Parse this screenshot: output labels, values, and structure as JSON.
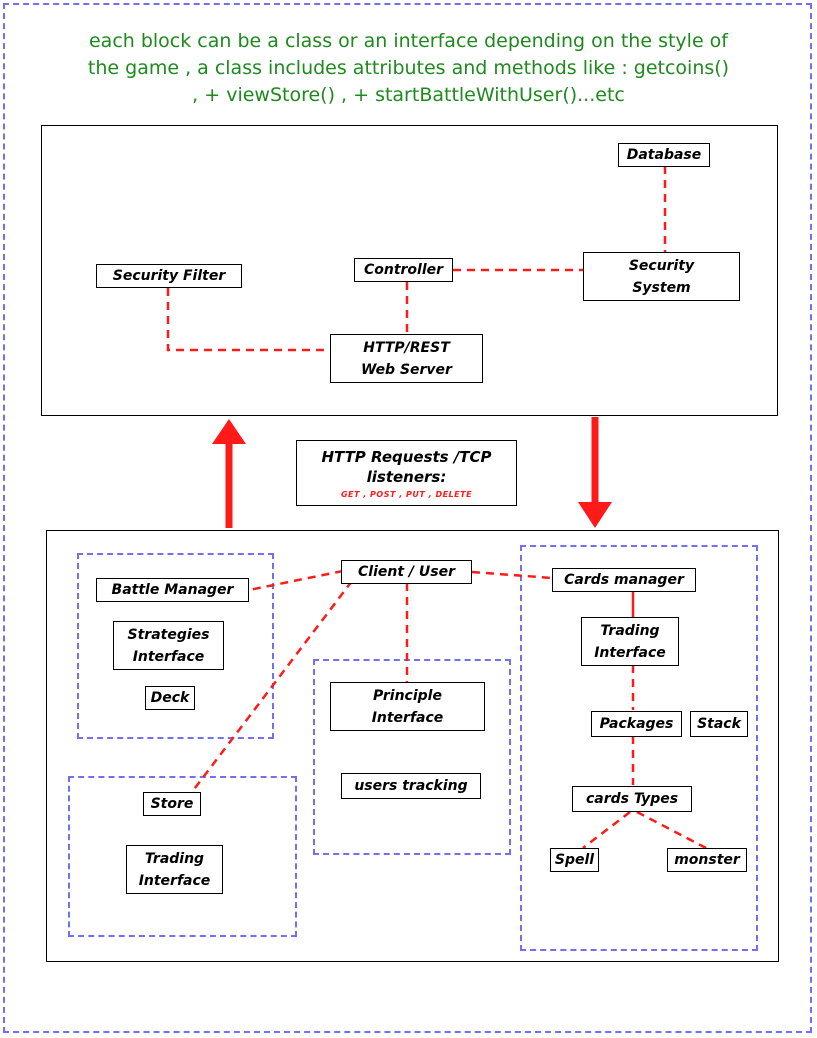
{
  "caption": {
    "line1": "each block can be a class or an interface depending on the style of",
    "line2": "the game , a class includes attributes and methods like : getcoins()",
    "line3": ", + viewStore() , + startBattleWithUser()...etc"
  },
  "server": {
    "database": "Database",
    "security_system_line1": "Security",
    "security_system_line2": "System",
    "controller": "Controller",
    "security_filter": "Security Filter",
    "web_server_line1": "HTTP/REST",
    "web_server_line2": "Web Server"
  },
  "protocol": {
    "line1": "HTTP Requests /TCP",
    "line2": "listeners:",
    "methods": "GET , POST , PUT , DELETE"
  },
  "client": {
    "client_user": "Client / User",
    "battle_manager": "Battle Manager",
    "strategies_line1": "Strategies",
    "strategies_line2": "Interface",
    "deck": "Deck",
    "principle_line1": "Principle",
    "principle_line2": "Interface",
    "users_tracking": "users tracking",
    "store": "Store",
    "store_trading_line1": "Trading",
    "store_trading_line2": "Interface",
    "cards_manager": "Cards manager",
    "cards_trading_line1": "Trading",
    "cards_trading_line2": "Interface",
    "packages": "Packages",
    "stack": "Stack",
    "cards_types": "cards Types",
    "spell": "Spell",
    "monster": "monster"
  },
  "colors": {
    "connector": "#ff1a1a",
    "group_border": "#7070f0",
    "caption_text": "#1e8a1e"
  }
}
